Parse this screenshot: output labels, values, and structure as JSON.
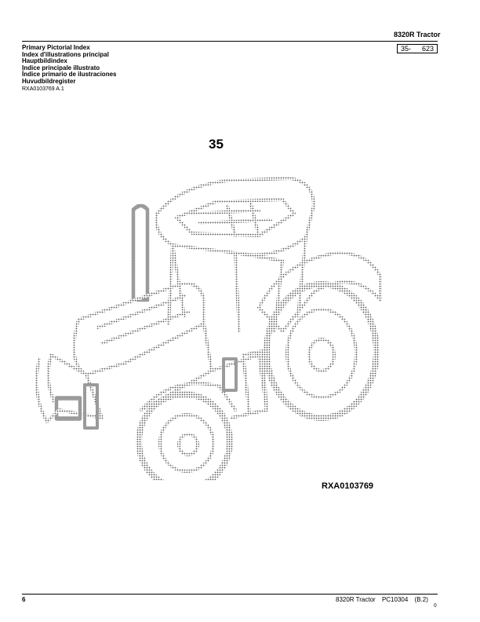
{
  "header": {
    "model_title": "8320R  Tractor",
    "page_ref_section": "35-",
    "page_ref_number": "623"
  },
  "index_titles": [
    "Primary Pictorial Index",
    "Index d'illustrations principal",
    "Hauptbildindex",
    "Indice principale illustrato",
    "Índice primario de ilustraciones",
    "Huvudbildregister"
  ],
  "reference_code": "RXA0103769 A.1",
  "section_number": "35",
  "illustration": {
    "icon": "tractor-illustration",
    "label": "RXA0103769"
  },
  "footer": {
    "page_number": "6",
    "product": "8320R Tractor",
    "catalog": "PC10304",
    "revision": "(B.2)",
    "mark": "0"
  }
}
